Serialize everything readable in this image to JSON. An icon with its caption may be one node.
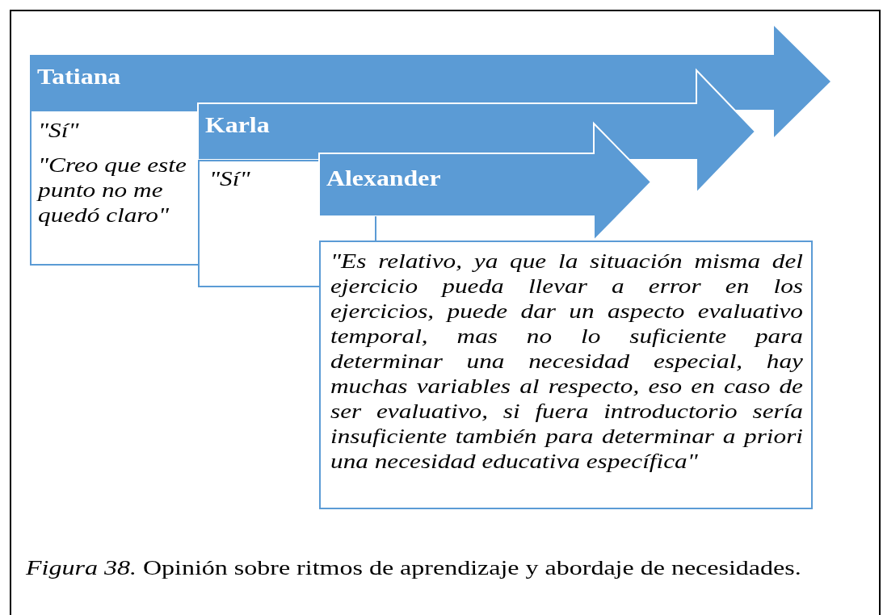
{
  "diagram": {
    "caption": "*Figura 38.* Opinión sobre ritmos de aprendizaje y abordaje de necesidades.",
    "nodes": [
      {
        "text": [
          "Tatiana"
        ]
      },
      {
        "text": [
          "\"Sí\"",
          "\"Creo que este punto no me quedó claro\""
        ]
      },
      {
        "text": [
          "Karla"
        ]
      },
      {
        "text": [
          "\"Sí\""
        ]
      },
      {
        "text": [
          "Alexander"
        ]
      },
      {
        "text": [
          "\"Es relativo, ya que la situación misma del ejercicio pueda llevar a error en los ejercicios, puede dar un aspecto evaluativo temporal, mas no lo suficiente para determinar una necesidad especial, hay muchas variables al respecto, eso en caso de ser evaluativo, si fuera introductorio sería insuficiente también para determinar a priori una necesidad educativa específica\""
        ]
      }
    ],
    "edges": [
      {
        "from": 4,
        "to": 5,
        "arrow": "none"
      }
    ]
  }
}
